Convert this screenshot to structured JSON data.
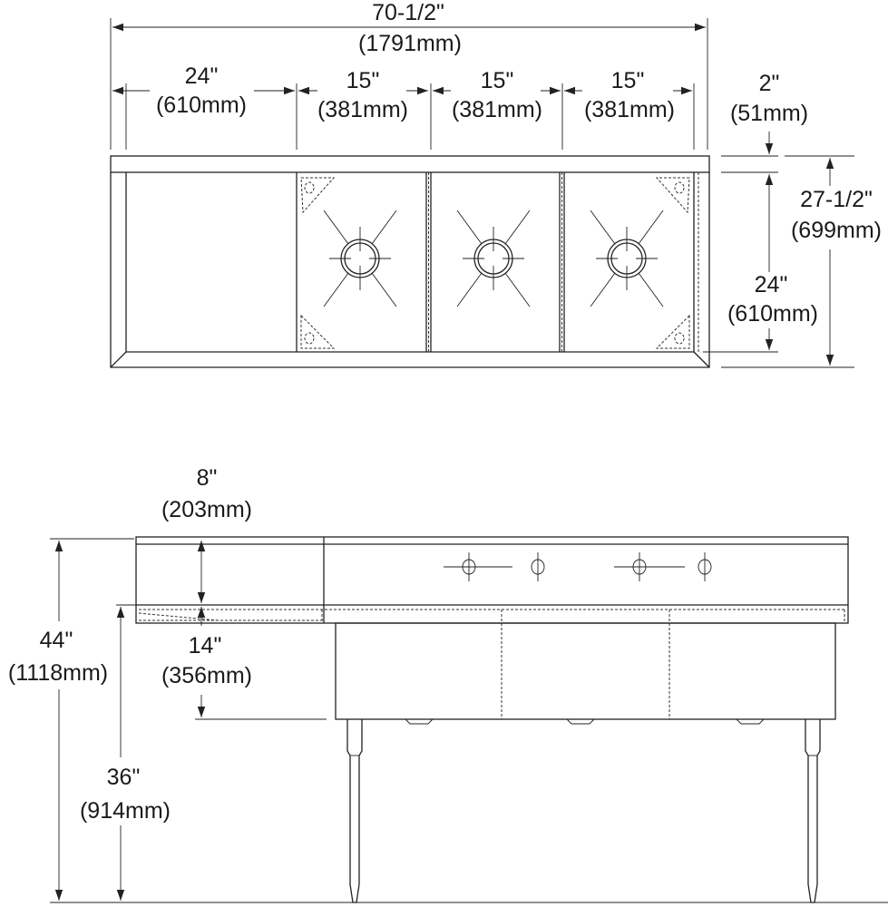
{
  "colors": {
    "line": "#222222",
    "background": "#ffffff"
  },
  "top_view": {
    "overall_width": {
      "in": "70-1/2\"",
      "mm": "(1791mm)"
    },
    "drainboard_width": {
      "in": "24\"",
      "mm": "(610mm)"
    },
    "compartments": [
      {
        "in": "15\"",
        "mm": "(381mm)"
      },
      {
        "in": "15\"",
        "mm": "(381mm)"
      },
      {
        "in": "15\"",
        "mm": "(381mm)"
      }
    ],
    "backsplash_depth": {
      "in": "2\"",
      "mm": "(51mm)"
    },
    "bowl_depth": {
      "in": "24\"",
      "mm": "(610mm)"
    },
    "overall_depth": {
      "in": "27-1/2\"",
      "mm": "(699mm)"
    }
  },
  "front_view": {
    "backsplash_height": {
      "in": "8\"",
      "mm": "(203mm)"
    },
    "bowl_height": {
      "in": "14\"",
      "mm": "(356mm)"
    },
    "overall_height": {
      "in": "44\"",
      "mm": "(1118mm)"
    },
    "rim_height": {
      "in": "36\"",
      "mm": "(914mm)"
    }
  }
}
